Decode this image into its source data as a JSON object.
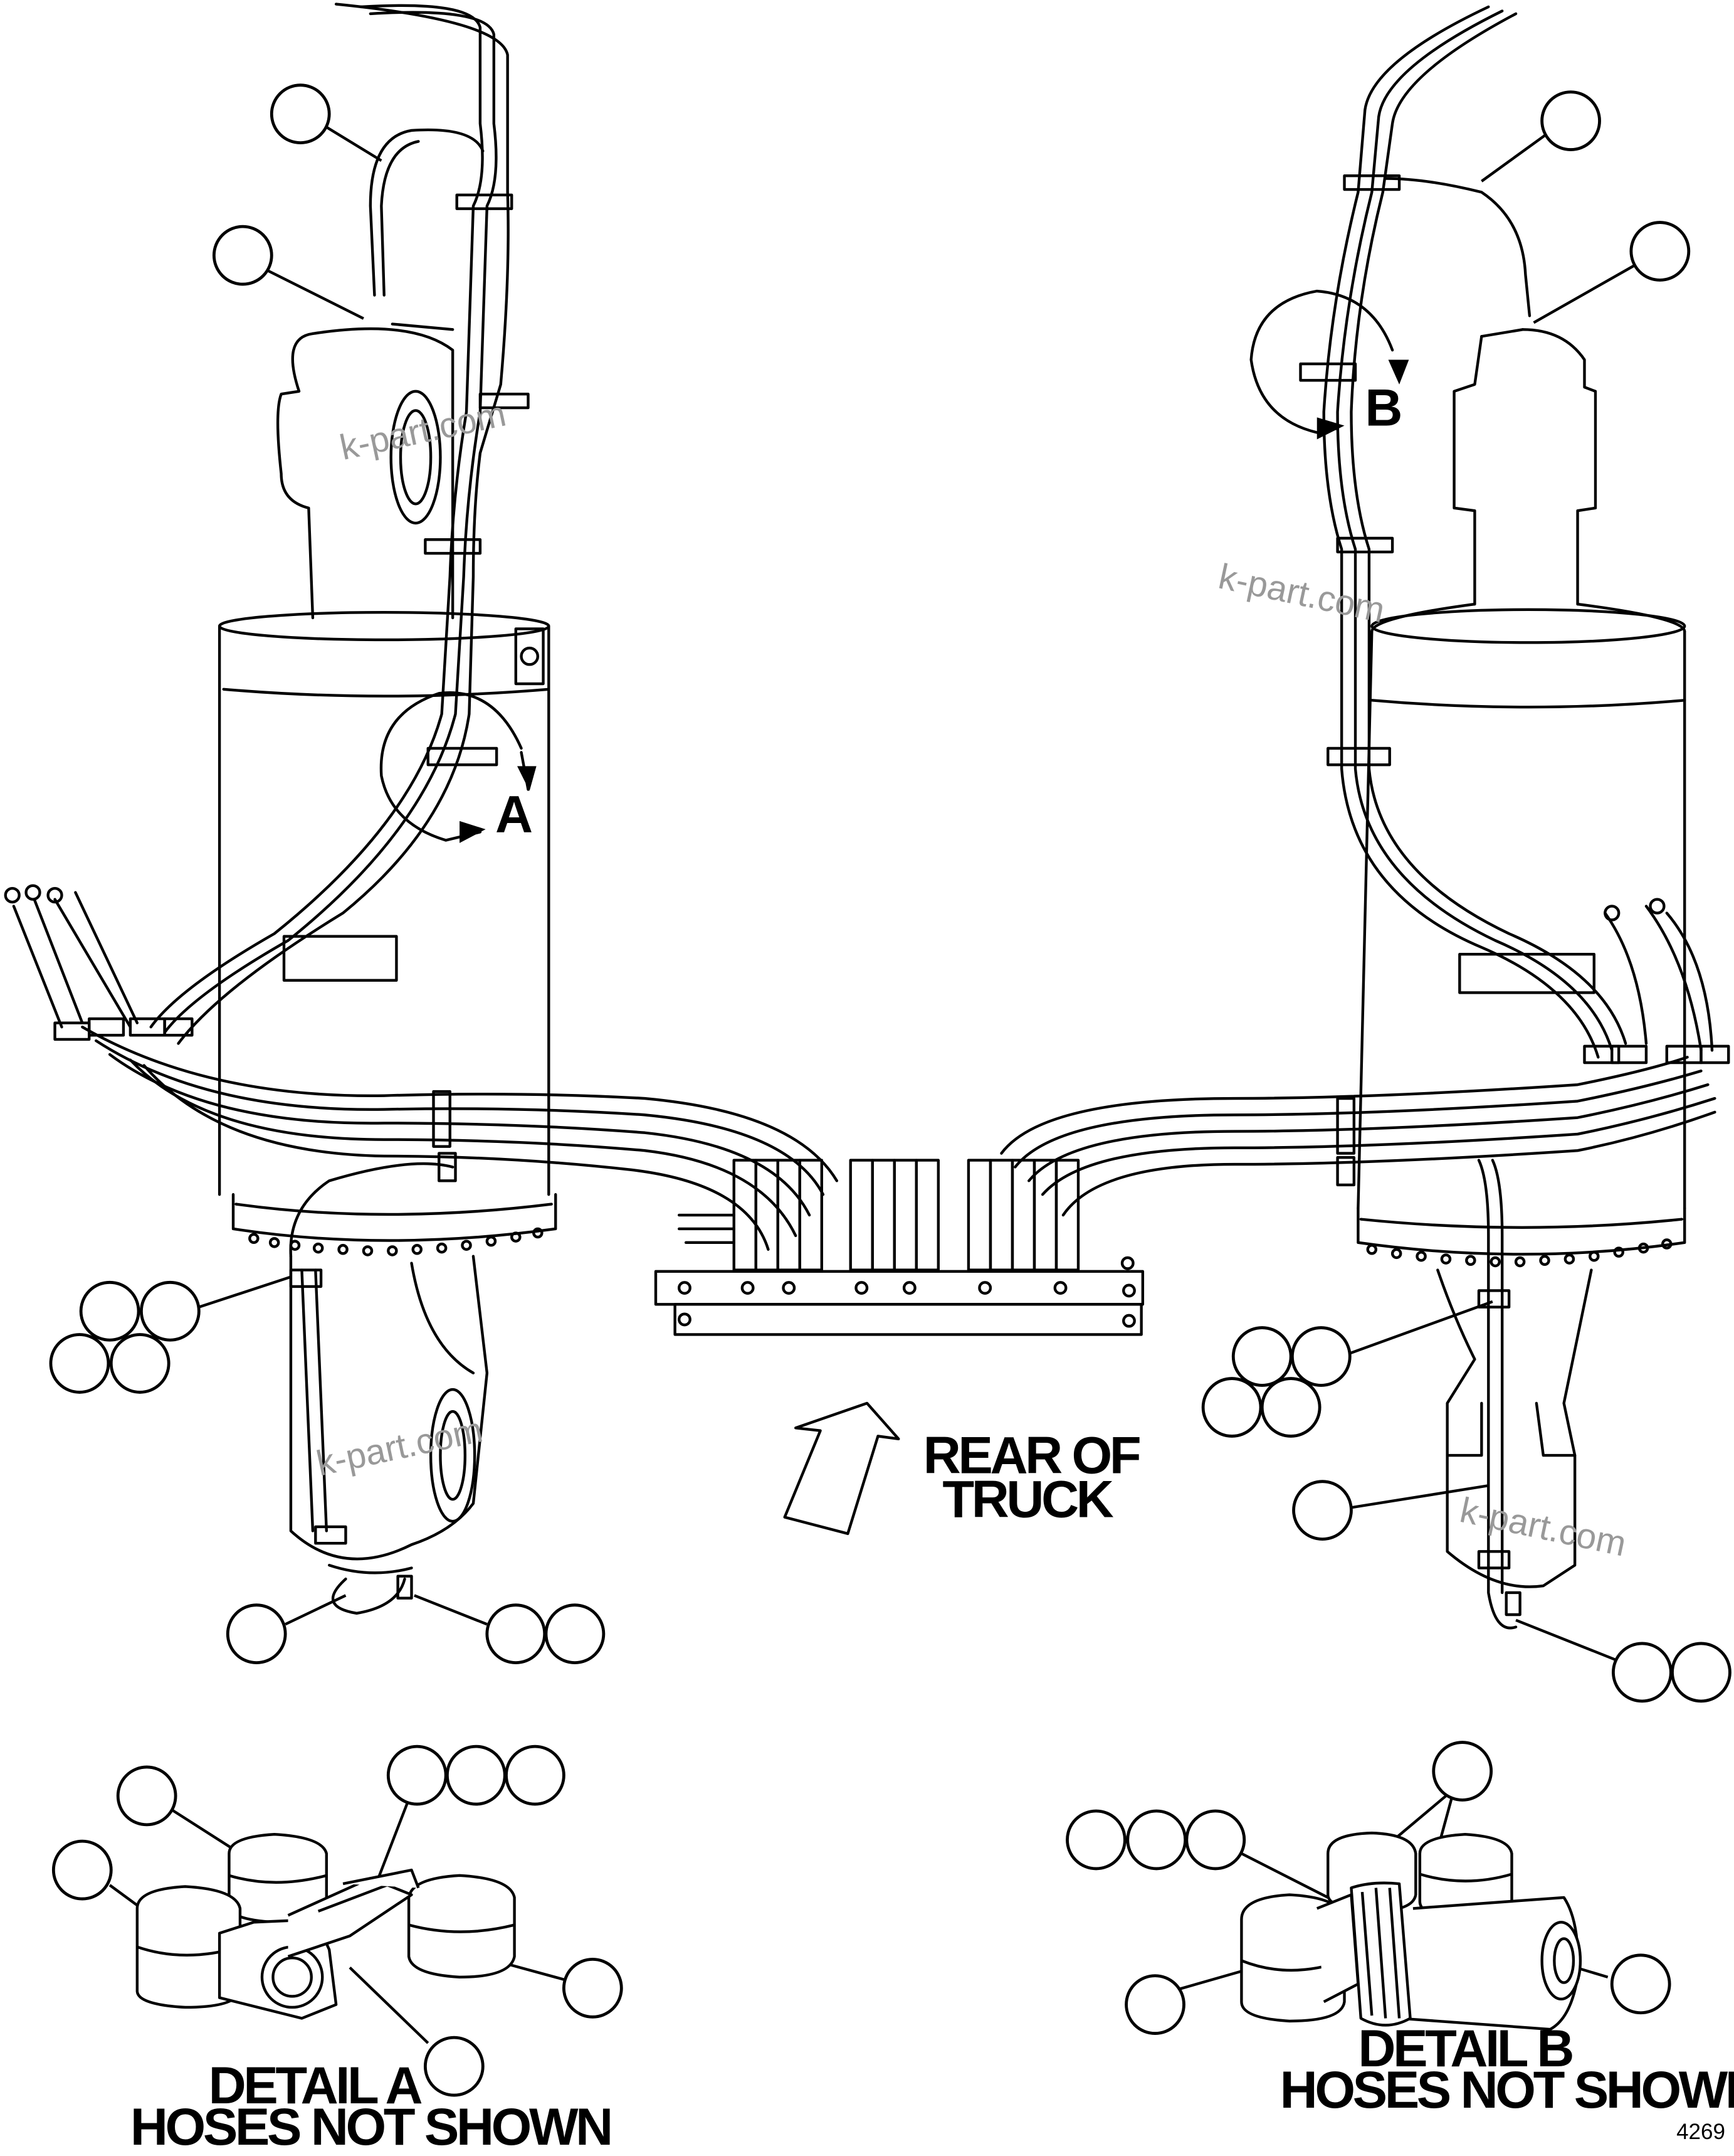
{
  "labels": {
    "view_a": "A",
    "view_b": "B",
    "rear_of": "REAR OF",
    "truck": "TRUCK",
    "detail_a": "DETAIL A",
    "detail_a_note": "HOSES NOT SHOWN",
    "detail_b": "DETAIL B",
    "detail_b_note": "HOSES NOT SHOWN",
    "figure_code": "4269"
  },
  "watermark": "k-part.com",
  "colors": {
    "line": "#000000",
    "background": "#ffffff",
    "watermark": "#999999"
  }
}
